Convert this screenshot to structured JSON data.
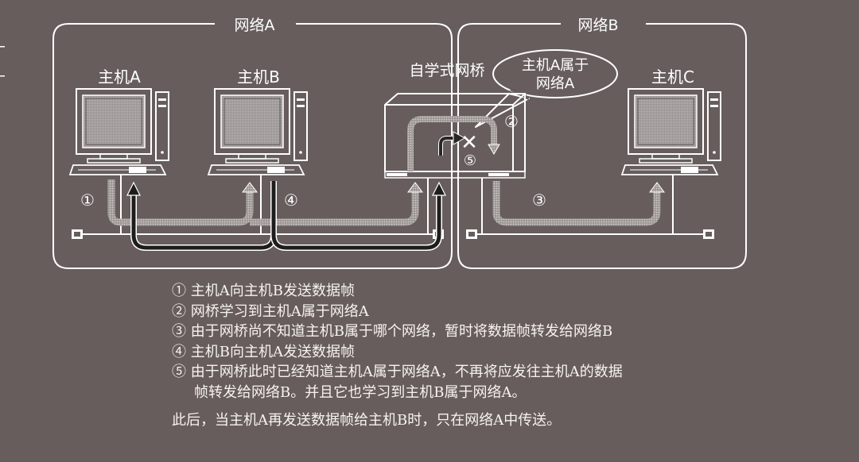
{
  "diagram": {
    "network_a_label": "网络A",
    "network_b_label": "网络B",
    "host_a_label": "主机A",
    "host_b_label": "主机B",
    "host_c_label": "主机C",
    "bridge_label": "自学式网桥",
    "bubble_line1": "主机A属于",
    "bubble_line2": "网络A",
    "step1_marker": "①",
    "step2_marker": "②",
    "step3_marker": "③",
    "step4_marker": "④",
    "step5_marker": "⑤",
    "cross_mark": "✕"
  },
  "caption": {
    "step1": "① 主机A向主机B发送数据帧",
    "step2": "② 网桥学习到主机A属于网络A",
    "step3": "③ 由于网桥尚不知道主机B属于哪个网络，暂时将数据帧转发给网络B",
    "step4": "④ 主机B向主机A发送数据帧",
    "step5_line1": "⑤ 由于网桥此时已经知道主机A属于网络A，不再将应发往主机A的数据",
    "step5_line2": "帧转发给网络B。并且它也学习到主机B属于网络A。",
    "summary": "此后，当主机A再发送数据帧给主机B时，只在网络A中传送。"
  },
  "colors": {
    "background": "#675d5d",
    "line": "#ffffff",
    "screen": "#979191",
    "text": "#f6f3ef"
  }
}
